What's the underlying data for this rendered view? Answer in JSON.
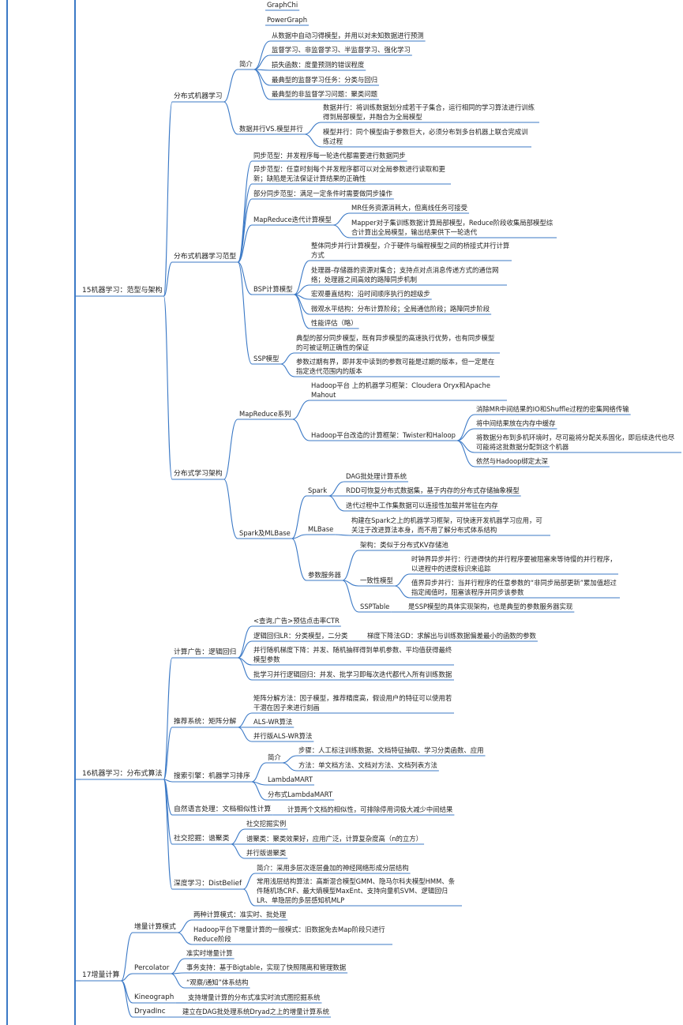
{
  "mindmap": [
    {
      "text": "GraphChi"
    },
    {
      "text": "PowerGraph"
    },
    {
      "text": "15机器学习：范型与架构"
    },
    {
      "text": "分布式机器学习"
    },
    {
      "text": "简介"
    },
    {
      "text": "从数据中自动习得模型，并用以对未知数据进行预测"
    },
    {
      "text": "监督学习、非监督学习、半监督学习、强化学习"
    },
    {
      "text": "损失函数：度量预测的错误程度"
    },
    {
      "text": "最典型的监督学习任务：分类与回归"
    },
    {
      "text": "最典型的非监督学习问题：聚类问题"
    },
    {
      "text": "数据并行VS.模型并行"
    },
    {
      "text": "数据并行：将训练数据划分成若干子集合，运行相同的学习算法进行训练得到局部模型，并融合为全局模型"
    },
    {
      "text": "模型并行：同个模型由于参数巨大，必须分布到多台机器上联合完成训练过程"
    },
    {
      "text": "分布式机器学习范型"
    },
    {
      "text": "同步范型：并发程序每一轮迭代都需要进行数据同步"
    },
    {
      "text": "异步范型：任意时刻每个并发程序都可以对全局参数进行读取和更新；缺陷是无法保证计算结果的正确性"
    },
    {
      "text": "部分同步范型：满足一定条件时需要做同步操作"
    },
    {
      "text": "MapReduce迭代计算模型"
    },
    {
      "text": "MR任务资源消耗大，但离线任务可接受"
    },
    {
      "text": "Mapper对子集训练数据计算局部模型，Reduce阶段收集局部模型综合计算出全局模型，输出结果供下一轮迭代"
    },
    {
      "text": "BSP计算模型"
    },
    {
      "text": "整体同步并行计算模型，介于硬件与编程模型之间的桥接式并行计算方式"
    },
    {
      "text": "处理器-存储器的资源对集合；支持点对点消息传递方式的通信网络；处理器之间高效的路障同步机制"
    },
    {
      "text": "宏观垂直结构：沿时间顺序执行的超级步"
    },
    {
      "text": "微观水平结构：分布计算阶段；全局通信阶段；路障同步阶段"
    },
    {
      "text": "性能评估（略）"
    },
    {
      "text": "SSP模型"
    },
    {
      "text": "典型的部分同步模型，既有异步模型的高速执行优势，也有同步模型的可被证明正确性的保证"
    },
    {
      "text": "参数过期有界，即并发中读到的参数可能是过期的版本，但一定是在指定迭代范围内的版本"
    },
    {
      "text": "分布式学习架构"
    },
    {
      "text": "MapReduce系列"
    },
    {
      "text": "Hadoop平台 上的机器学习框架：Cloudera Oryx和Apache Mahout"
    },
    {
      "text": "Hadoop平台改造的计算框架：Twister和Haloop"
    },
    {
      "text": "消除MR中间结果的IO和Shuffle过程的密集网络传输"
    },
    {
      "text": "将中间结果放在内存中缓存"
    },
    {
      "text": "将数据分布到多机环境时，尽可能将分配关系固化，即后续迭代也尽可能将这批数据分配到这个机器"
    },
    {
      "text": "依然与Hadoop绑定太深"
    },
    {
      "text": "Spark及MLBase"
    },
    {
      "text": "Spark"
    },
    {
      "text": "DAG批处理计算系统"
    },
    {
      "text": "RDD可恢复分布式数据集，基于内存的分布式存储抽象模型"
    },
    {
      "text": "迭代过程中工作集数据可以连接性加载并常驻在内存"
    },
    {
      "text": "MLBase"
    },
    {
      "text": "构建在Spark之上的机器学习框架，可快速开发机器学习应用，可关注于改进算法本身，而不用了解分布式体系结构"
    },
    {
      "text": "参数服务器"
    },
    {
      "text": "架构：类似于分布式KV存储池"
    },
    {
      "text": "一致性模型"
    },
    {
      "text": "时钟界异步并行：行进得快的并行程序要被阻塞来等待慢的并行程序，以进程中的进度标识来追踪"
    },
    {
      "text": "值界异步并行：当并行程序的任意参数的“非同步局部更新”累加值超过指定阈值时，阻塞该程序并同步该参数"
    },
    {
      "text": "SSPTable"
    },
    {
      "text": "是SSP模型的具体实现架构，也是典型的参数服务器实现"
    },
    {
      "text": "16机器学习：分布式算法"
    },
    {
      "text": "计算广告：逻辑回归"
    },
    {
      "text": "<查询,广告>预估点击率CTR"
    },
    {
      "text": "逻辑回归LR：分类模型，二分类"
    },
    {
      "text": "梯度下降法GD：求解出与训练数据偏差最小的函数的参数"
    },
    {
      "text": "并行随机梯度下降：并发、随机抽样得到单机参数、平均值获得最终模型参数"
    },
    {
      "text": "批学习并行逻辑回归：并发、批学习即每次迭代都代入所有训练数据"
    },
    {
      "text": "推荐系统：矩阵分解"
    },
    {
      "text": "矩阵分解方法：因子模型，推荐精度高，假设用户的特征可以使用若干潜在因子来进行刻画"
    },
    {
      "text": "ALS-WR算法"
    },
    {
      "text": "并行版ALS-WR算法"
    },
    {
      "text": "搜索引擎：机器学习排序"
    },
    {
      "text": "简介"
    },
    {
      "text": "步骤：人工标注训练数据、文档特征抽取、学习分类函数、应用"
    },
    {
      "text": "方法：单文档方法、文档对方法、文档列表方法"
    },
    {
      "text": "LambdaMART"
    },
    {
      "text": "分布式LambdaMART"
    },
    {
      "text": "自然语言处理：文档相似性计算"
    },
    {
      "text": "计算两个文档的相似性，可排除停用词极大减少中间结果"
    },
    {
      "text": "社交挖掘：谱聚类"
    },
    {
      "text": "社交挖掘实例"
    },
    {
      "text": "谱聚类：聚类效果好，应用广泛，计算复杂度高（n的立方）"
    },
    {
      "text": "并行版谱聚类"
    },
    {
      "text": "深度学习：DistBelief"
    },
    {
      "text": "简介：采用多层次逐层叠加的神经网络形成分层结构"
    },
    {
      "text": "常用浅层结构算法：高斯混合模型GMM、隐马尔科夫模型HMM、条件随机场CRF、最大熵模型MaxEnt、支持向量机SVM、逻辑回归LR、单隐层的多层感知机MLP"
    },
    {
      "text": "17增量计算"
    },
    {
      "text": "增量计算模式"
    },
    {
      "text": "两种计算模式：准实时、批处理"
    },
    {
      "text": "Hadoop平台下增量计算的一般模式：旧数据免去Map阶段只进行Reduce阶段"
    },
    {
      "text": "Percolator"
    },
    {
      "text": "准实时增量计算"
    },
    {
      "text": "事务支持：基于Bigtable，实现了快照隔离和管理数据"
    },
    {
      "text": "“观察/通知”体系结构"
    },
    {
      "text": "Kineograph"
    },
    {
      "text": "支持增量计算的分布式准实时流式图挖掘系统"
    },
    {
      "text": "DryadInc"
    },
    {
      "text": "建立在DAG批处理系统Dryad之上的增量计算系统"
    }
  ],
  "colors": {
    "link": "#3b79c6",
    "frame": "#3b79c6",
    "text": "#222222",
    "background": "#ffffff"
  }
}
